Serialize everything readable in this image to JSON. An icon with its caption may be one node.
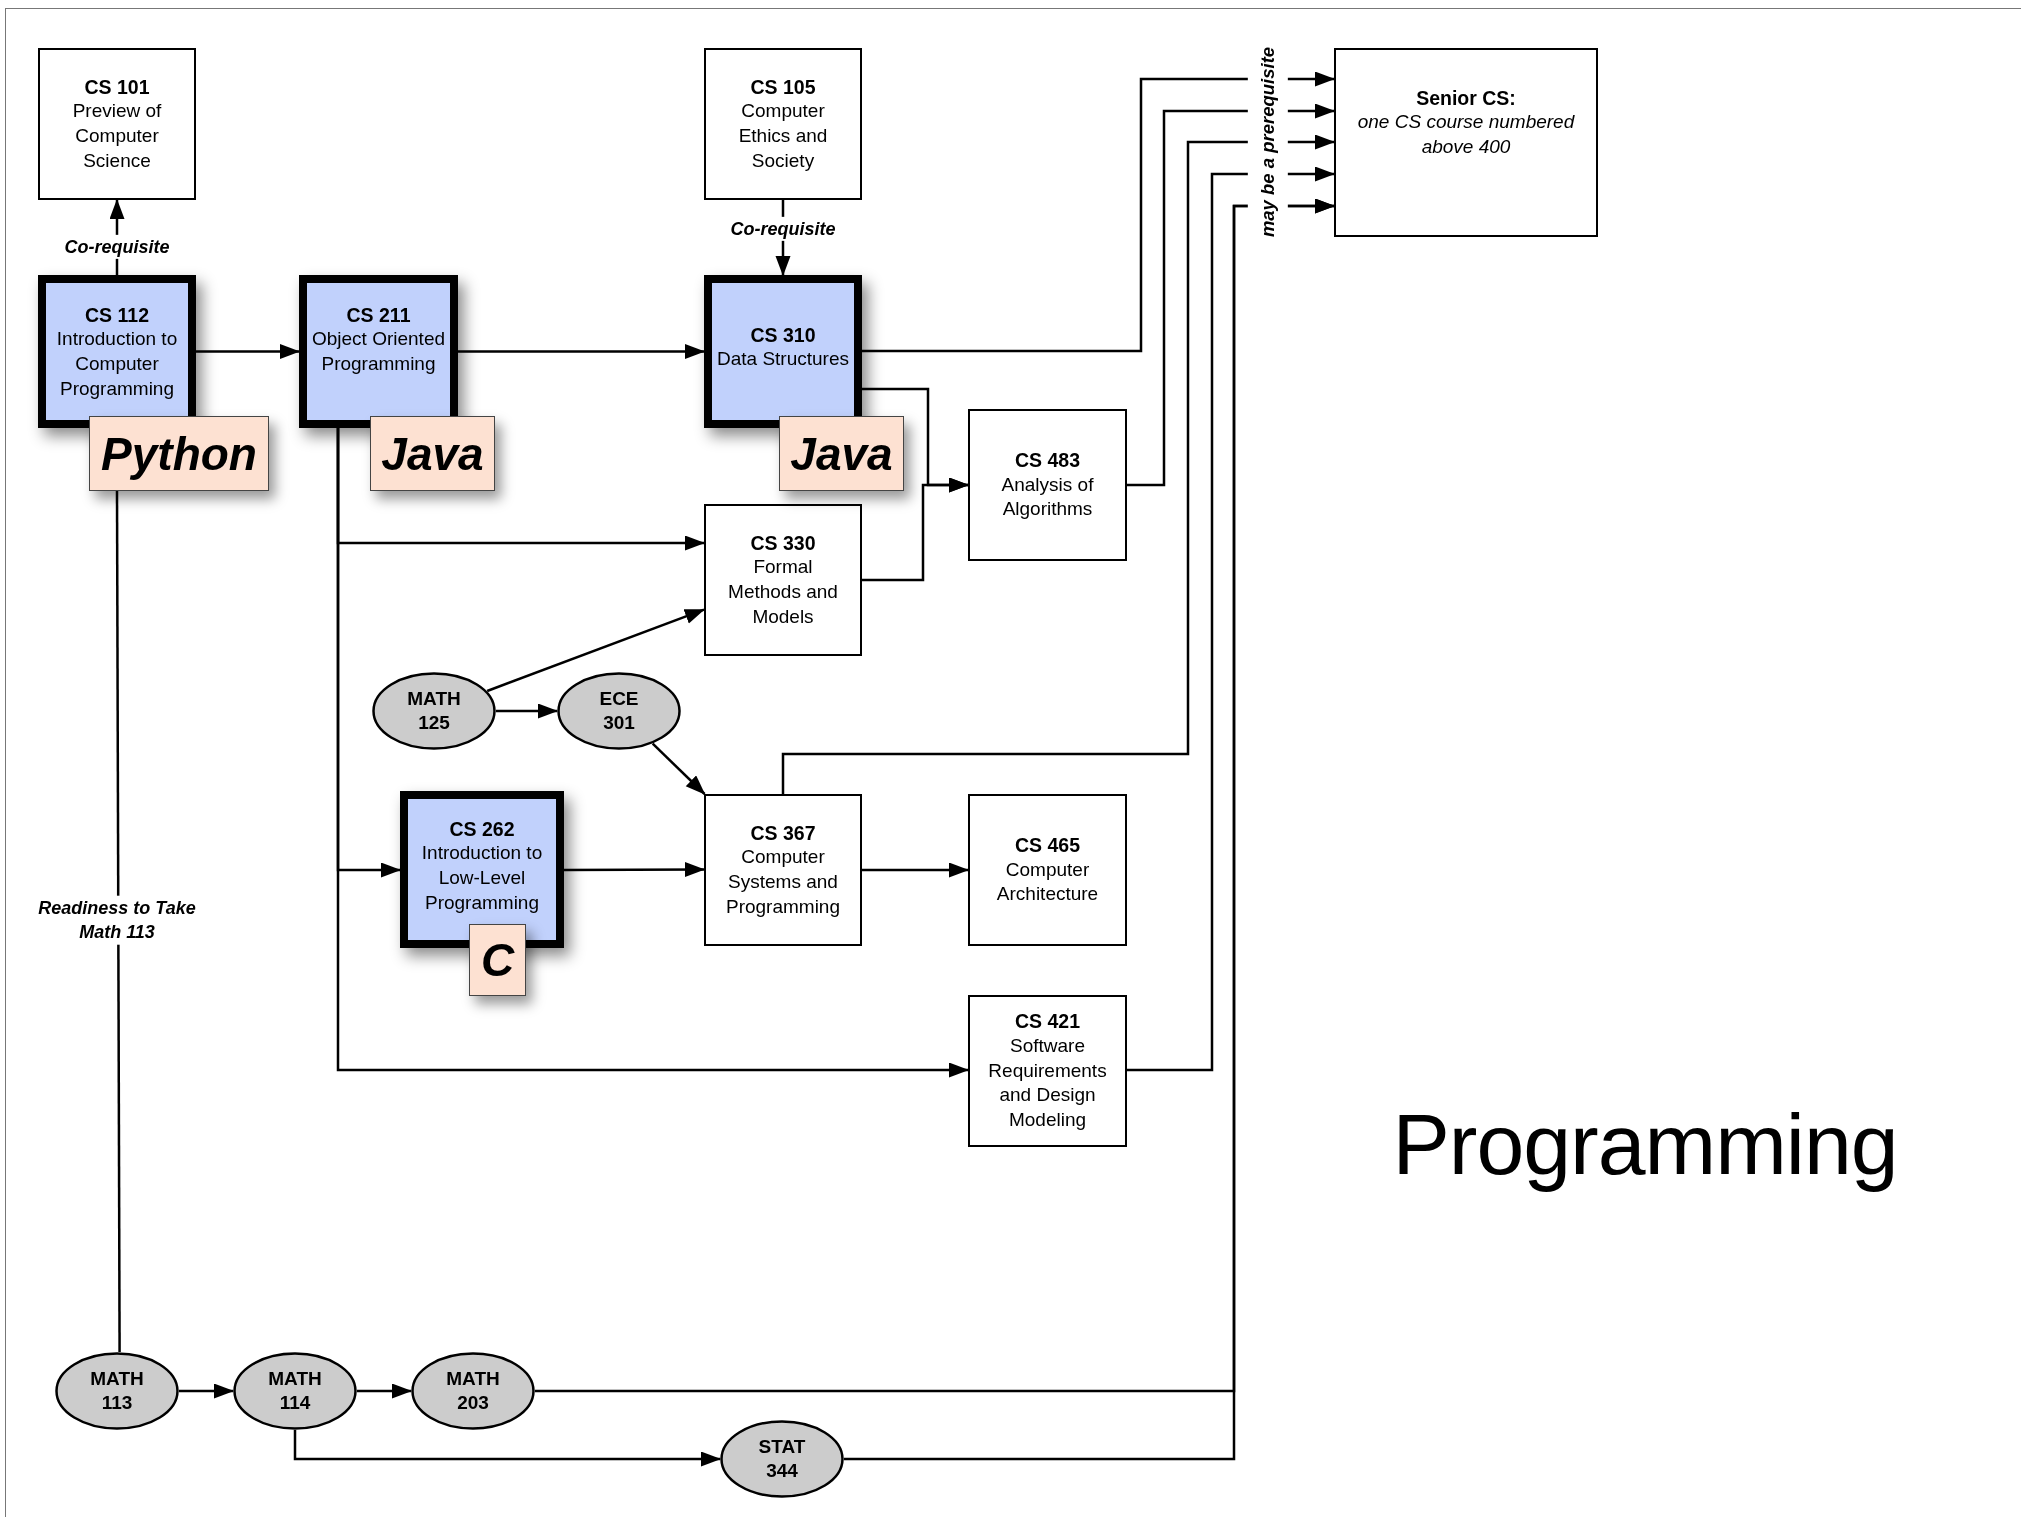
{
  "diagram": {
    "nodes": [
      {
        "text": [
          "CS 101",
          "Preview of Computer Science"
        ]
      },
      {
        "text": [
          "CS 105",
          "Computer Ethics and Society"
        ]
      },
      {
        "text": [
          "Senior CS:",
          "one CS course numbered above 400"
        ]
      },
      {
        "text": [
          "CS 112",
          "Introduction to Computer Programming"
        ]
      },
      {
        "text": [
          "Python"
        ]
      },
      {
        "text": [
          "CS 211",
          "Object Oriented Programming"
        ]
      },
      {
        "text": [
          "Java"
        ]
      },
      {
        "text": [
          "CS 310",
          "Data Structures"
        ]
      },
      {
        "text": [
          "Java"
        ]
      },
      {
        "text": [
          "CS 483",
          "Analysis of Algorithms"
        ]
      },
      {
        "text": [
          "CS 330",
          "Formal Methods and Models"
        ]
      },
      {
        "text": [
          "MATH 125"
        ]
      },
      {
        "text": [
          "ECE 301"
        ]
      },
      {
        "text": [
          "CS 262",
          "Introduction to Low-Level Programming"
        ]
      },
      {
        "text": [
          "C"
        ]
      },
      {
        "text": [
          "CS 367",
          "Computer Systems and Programming"
        ]
      },
      {
        "text": [
          "CS 465",
          "Computer Architecture"
        ]
      },
      {
        "text": [
          "CS 421",
          "Software Requirements and Design Modeling"
        ]
      },
      {
        "text": [
          "MATH 113"
        ]
      },
      {
        "text": [
          "MATH 114"
        ]
      },
      {
        "text": [
          "MATH 203"
        ]
      },
      {
        "text": [
          "STAT 344"
        ]
      }
    ],
    "edges": [
      {
        "from": 3,
        "to": 0,
        "arrow": "to",
        "label": "Co-requisite"
      },
      {
        "from": 1,
        "to": 7,
        "arrow": "to",
        "label": "Co-requisite"
      },
      {
        "from": 3,
        "to": 5,
        "arrow": "to"
      },
      {
        "from": 5,
        "to": 7,
        "arrow": "to"
      },
      {
        "from": 7,
        "to": 9,
        "arrow": "to"
      },
      {
        "from": 10,
        "to": 9,
        "arrow": "to"
      },
      {
        "from": 5,
        "to": 10,
        "arrow": "to"
      },
      {
        "from": 11,
        "to": 10,
        "arrow": "to"
      },
      {
        "from": 11,
        "to": 12,
        "arrow": "to"
      },
      {
        "from": 12,
        "to": 15,
        "arrow": "to"
      },
      {
        "from": 5,
        "to": 13,
        "arrow": "to"
      },
      {
        "from": 13,
        "to": 15,
        "arrow": "to"
      },
      {
        "from": 15,
        "to": 16,
        "arrow": "to"
      },
      {
        "from": 5,
        "to": 17,
        "arrow": "to"
      },
      {
        "from": 4,
        "to": 18,
        "arrow": "none",
        "label": "Readiness to Take Math 113"
      },
      {
        "from": 18,
        "to": 19,
        "arrow": "to"
      },
      {
        "from": 19,
        "to": 20,
        "arrow": "to"
      },
      {
        "from": 19,
        "to": 21,
        "arrow": "to"
      },
      {
        "from": 7,
        "to": 2,
        "arrow": "to"
      },
      {
        "from": 9,
        "to": 2,
        "arrow": "to"
      },
      {
        "from": 15,
        "to": 2,
        "arrow": "to"
      },
      {
        "from": 17,
        "to": 2,
        "arrow": "to"
      },
      {
        "from": 20,
        "to": 2,
        "arrow": "to"
      },
      {
        "from": 21,
        "to": 2,
        "arrow": "to"
      }
    ],
    "labels": [
      "may be a prerequisite",
      "Programming"
    ]
  }
}
